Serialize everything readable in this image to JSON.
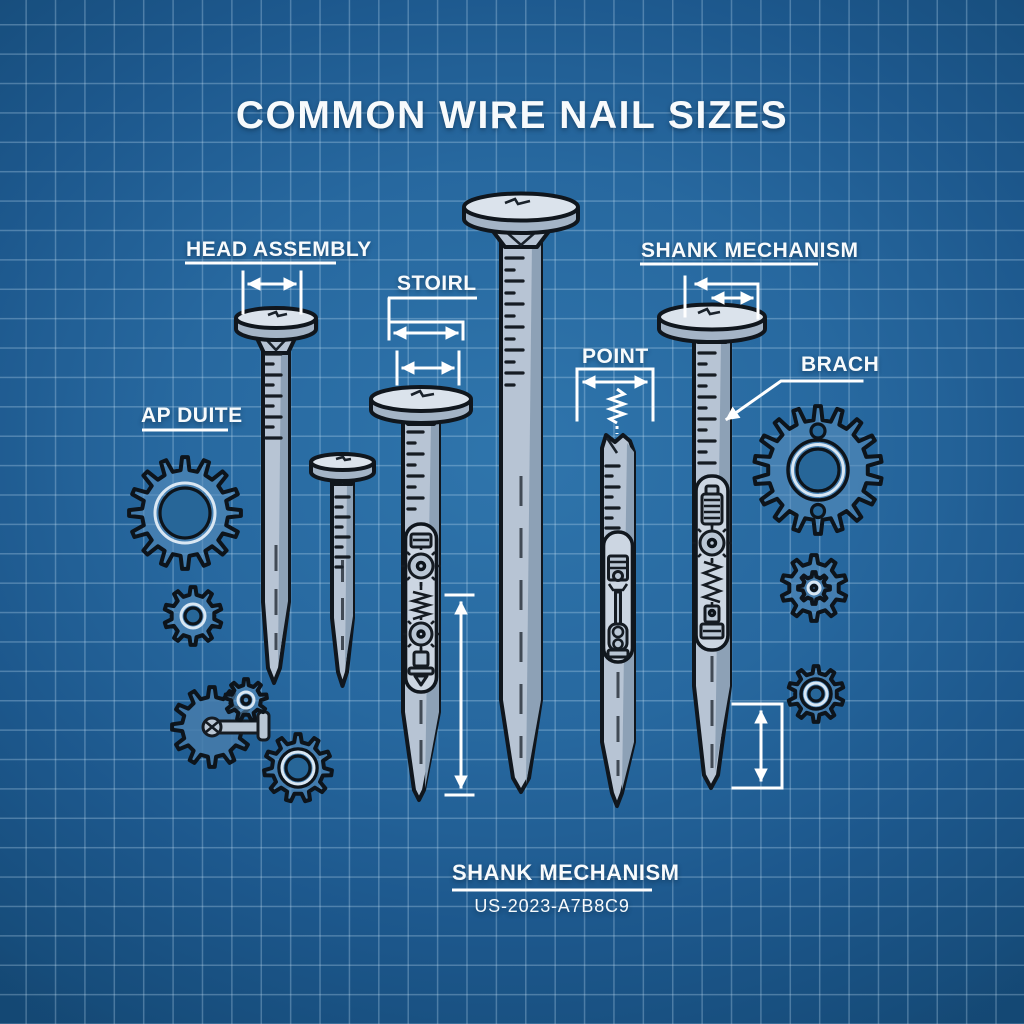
{
  "title": "COMMON WIRE NAIL SIZES",
  "labels": {
    "head_assembly": "HEAD ASSEMBLY",
    "stoirl": "STOIRL",
    "shank_mechanism_top": "SHANK MECHANISM",
    "point": "POINT",
    "brach": "BRACH",
    "ap_duite": "AP DUITE",
    "shank_mechanism_bottom": "SHANK MECHANISM",
    "serial_number": "US-2023-A7B8C9"
  },
  "colors": {
    "background_blue": "#27689f",
    "grid_line": "#9cc3e0",
    "text": "#ffffff",
    "dimension_lines": "#ffffff",
    "nail_fill": "#b7c4d4",
    "nail_shade": "#8da1b6",
    "nail_highlight": "#dbe3ec",
    "outline": "#10161d",
    "gear_fill": "#5d92bf"
  },
  "diagram": {
    "style": "blueprint schematic",
    "nails": [
      {
        "id": "nail-1",
        "type": "flat-head nail",
        "features": [
          "head width dimension arrow",
          "ruler tick marks"
        ]
      },
      {
        "id": "nail-2",
        "type": "small flat-head nail",
        "features": [
          "ruler tick marks"
        ]
      },
      {
        "id": "nail-3",
        "type": "cutaway nail",
        "features": [
          "internal gears, screw and piston",
          "vertical length dimension"
        ]
      },
      {
        "id": "nail-4",
        "type": "tall flat-head nail",
        "features": [
          "ruler tick marks"
        ]
      },
      {
        "id": "nail-5",
        "type": "headless chisel-top nail",
        "features": [
          "internal piston and connecting rod"
        ]
      },
      {
        "id": "nail-6",
        "type": "cutaway nail",
        "features": [
          "internal screw, gear and coil spring",
          "length dimension bracket"
        ]
      }
    ],
    "decorations": [
      "large gear left",
      "small gear left",
      "crank gear with handle",
      "ring gear left",
      "large gear right with bolt holes",
      "medium gear right",
      "small gear right"
    ]
  }
}
